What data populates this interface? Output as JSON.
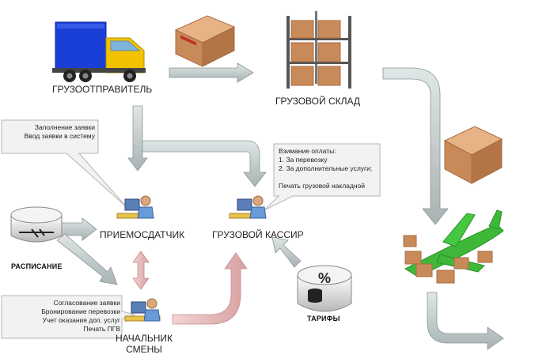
{
  "nodes": {
    "shipper": "ГРУЗООТПРАВИТЕЛЬ",
    "warehouse": "ГРУЗОВОЙ СКЛАД",
    "receiver": "ПРИЕМОСДАТЧИК",
    "cashier": "ГРУЗОВОЙ КАССИР",
    "shift_chief_line1": "НАЧАЛЬНИК",
    "shift_chief_line2": "СМЕНЫ"
  },
  "sources": {
    "schedule": "РАСПИСАНИЕ",
    "tariffs": "ТАРИФЫ",
    "tariffs_symbol": "%"
  },
  "callouts": {
    "application": [
      "Заполнение заявки",
      "Ввод заявки в систему"
    ],
    "payment": [
      "Взимание оплаты:",
      "1. За перевозку",
      "2. За дополнительные услуги;",
      "",
      "Печать грузовой накладной"
    ],
    "shift_tasks": [
      "Согласование заявки",
      "Бронирование перевозки",
      "Учет оказания доп. услуг",
      "Печать ПГВ"
    ]
  },
  "colors": {
    "arrow_gray": "#b9c2c2",
    "arrow_pink": "#e8b9b9",
    "truck_body": "#1a3fd6",
    "truck_cab": "#f2c200",
    "box": "#c98a5a",
    "plane": "#3fb83a"
  }
}
